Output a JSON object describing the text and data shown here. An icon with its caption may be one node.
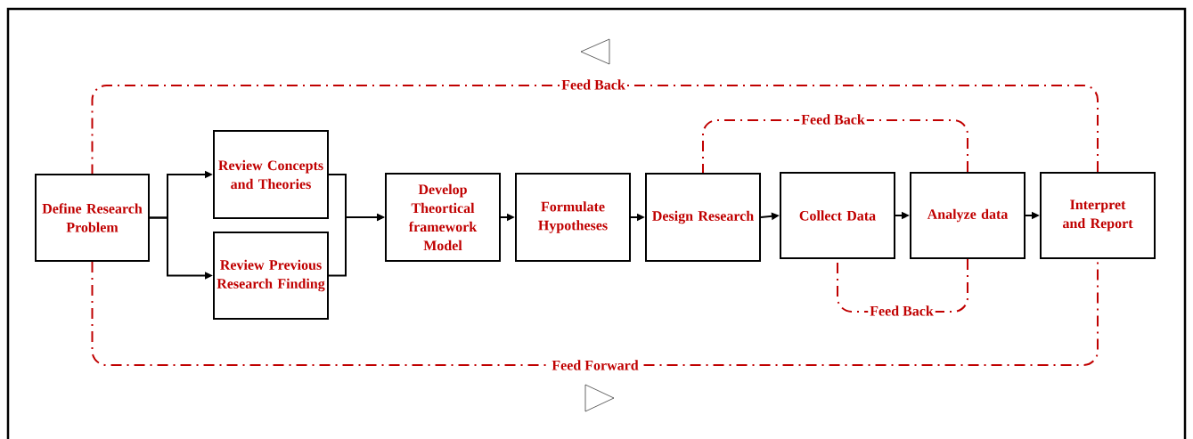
{
  "diagram": {
    "nodes": [
      {
        "text": [
          "Define Research Problem"
        ]
      },
      {
        "text": [
          "Review Concepts and Theories"
        ]
      },
      {
        "text": [
          "Review Previous Research Finding"
        ]
      },
      {
        "text": [
          "Develop Theortical framework Model"
        ]
      },
      {
        "text": [
          "Formulate Hypotheses"
        ]
      },
      {
        "text": [
          "Design Research"
        ]
      },
      {
        "text": [
          "Collect Data"
        ]
      },
      {
        "text": [
          "Analyze data"
        ]
      },
      {
        "text": [
          "Interpret and Report"
        ]
      }
    ],
    "edges": [
      {
        "from": 0,
        "to": 1,
        "arrow": "to"
      },
      {
        "from": 0,
        "to": 2,
        "arrow": "to"
      },
      {
        "from": 1,
        "to": 3,
        "arrow": "to"
      },
      {
        "from": 2,
        "to": 3,
        "arrow": "to"
      },
      {
        "from": 3,
        "to": 4,
        "arrow": "to"
      },
      {
        "from": 4,
        "to": 5,
        "arrow": "to"
      },
      {
        "from": 5,
        "to": 6,
        "arrow": "to"
      },
      {
        "from": 6,
        "to": 7,
        "arrow": "to"
      },
      {
        "from": 7,
        "to": 8,
        "arrow": "to"
      },
      {
        "from": 8,
        "to": 0,
        "arrow": "none",
        "label": "Feed Back",
        "style": "dashed",
        "color": "#c00000"
      },
      {
        "from": 7,
        "to": 5,
        "arrow": "none",
        "label": "Feed Back",
        "style": "dashed",
        "color": "#c00000"
      },
      {
        "from": 7,
        "to": 6,
        "arrow": "none",
        "label": "Feed Back",
        "style": "dashed",
        "color": "#c00000"
      },
      {
        "from": 0,
        "to": 8,
        "arrow": "none",
        "label": "Feed Forward",
        "style": "dashed",
        "color": "#c00000"
      }
    ]
  }
}
